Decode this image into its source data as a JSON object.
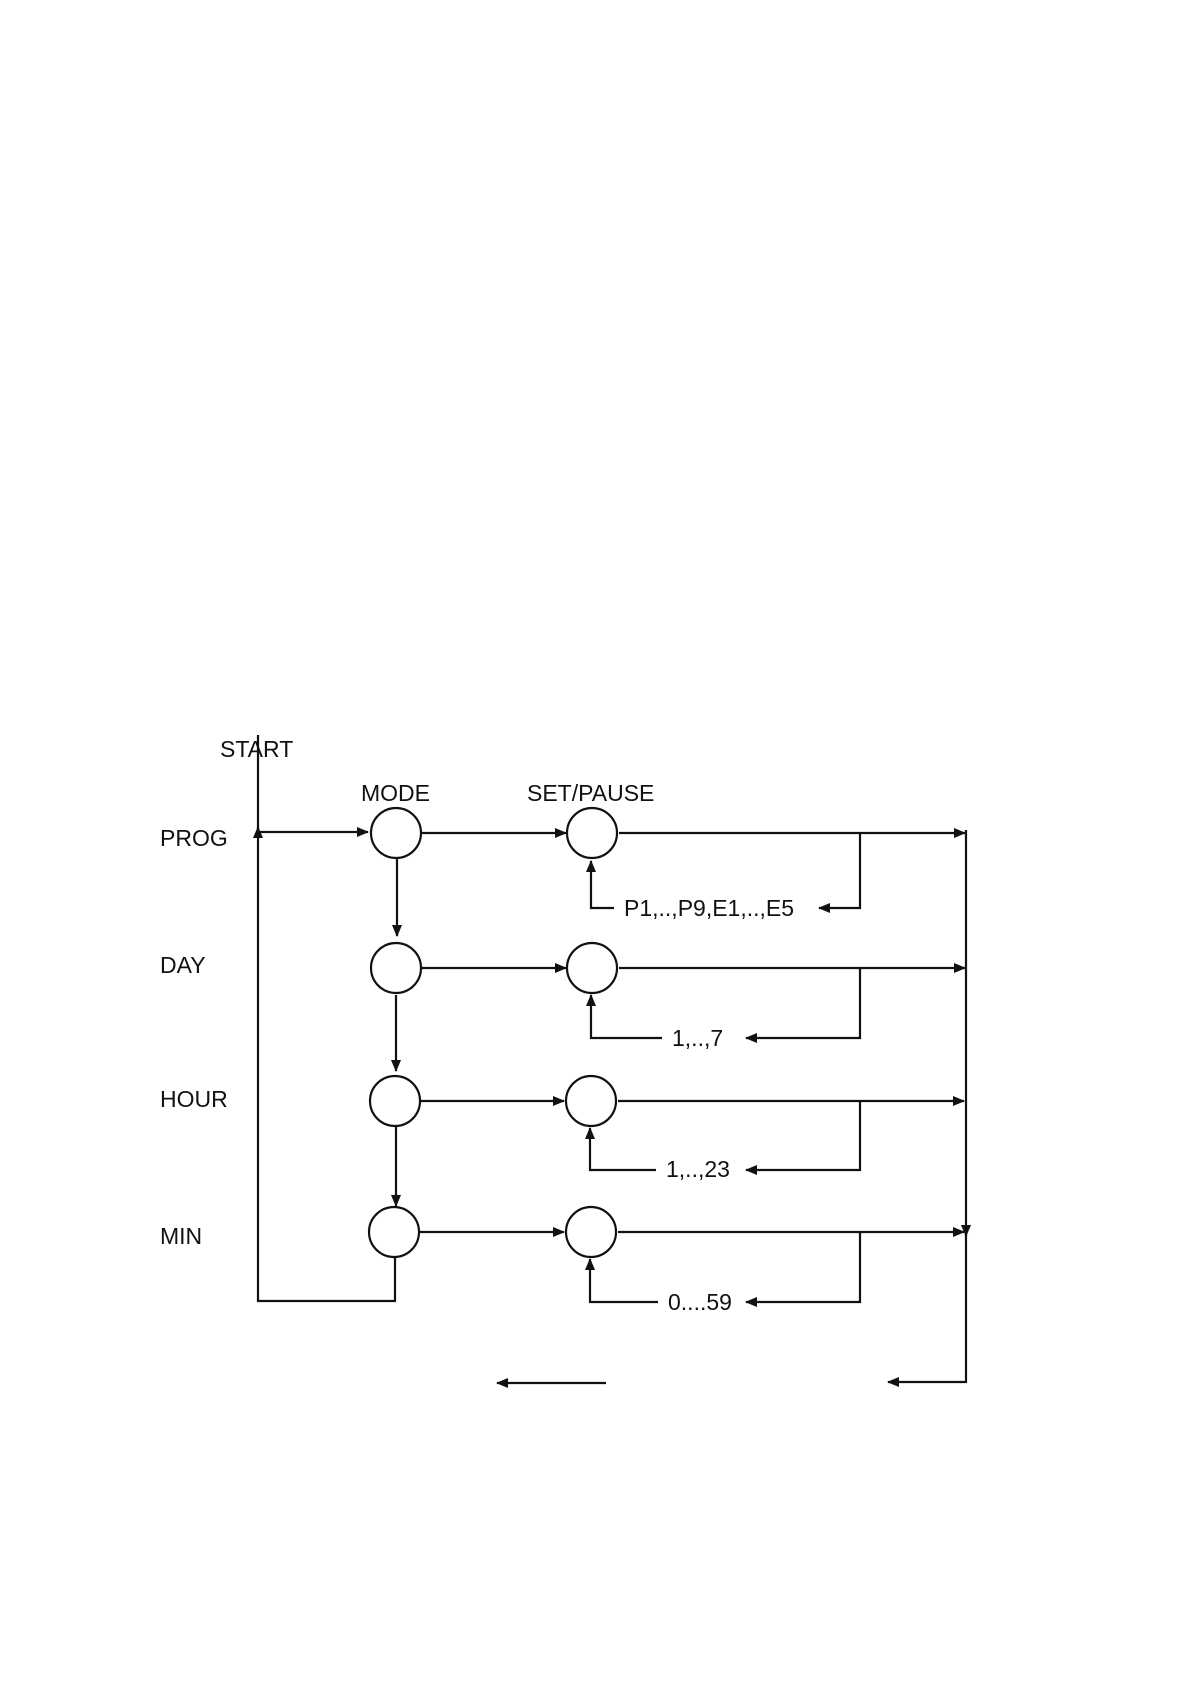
{
  "diagram": {
    "start_label": "START",
    "column_labels": {
      "mode": "MODE",
      "set_pause": "SET/PAUSE"
    },
    "rows": [
      {
        "label": "PROG",
        "range": "P1,..,P9,E1,..,E5"
      },
      {
        "label": "DAY",
        "range": "1,..,7"
      },
      {
        "label": "HOUR",
        "range": "1,..,23"
      },
      {
        "label": "MIN",
        "range": "0....59"
      }
    ]
  }
}
